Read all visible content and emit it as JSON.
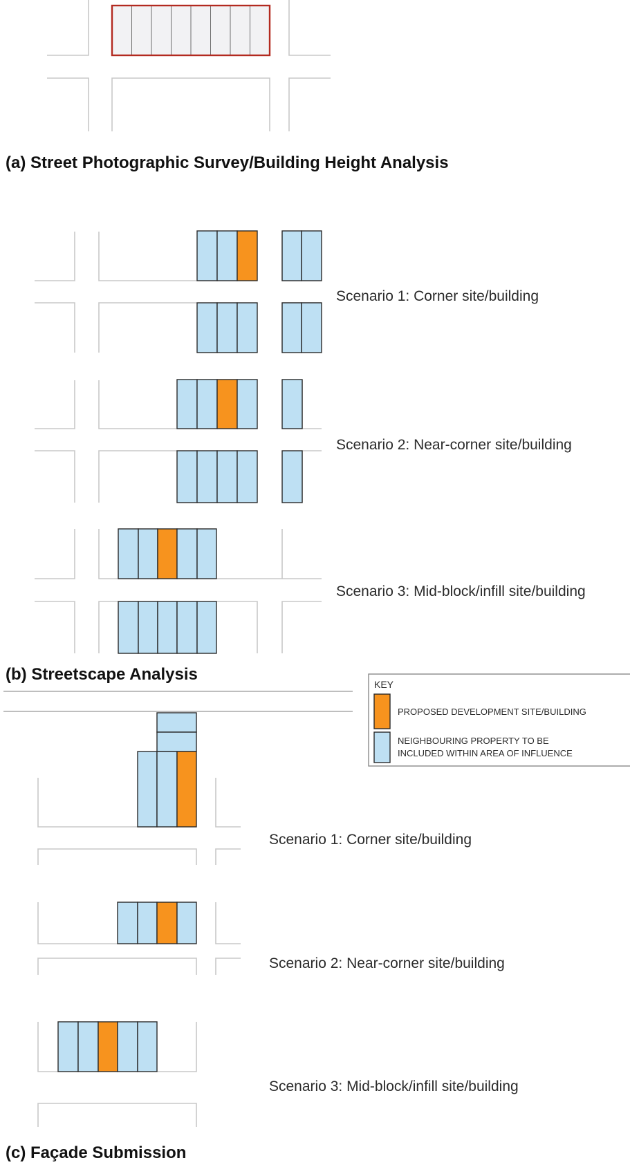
{
  "sections": {
    "a_title": "(a) Street Photographic Survey/Building Height Analysis",
    "b_title": "(b) Streetscape Analysis",
    "c_title": "(c) Façade Submission"
  },
  "streetscape": {
    "scenario1": "Scenario 1: Corner site/building",
    "scenario2": "Scenario 2: Near-corner site/building",
    "scenario3": "Scenario 3: Mid-block/infill site/building"
  },
  "facade": {
    "scenario1": "Scenario 1: Corner site/building",
    "scenario2": "Scenario 2: Near-corner site/building",
    "scenario3": "Scenario 3: Mid-block/infill site/building"
  },
  "key": {
    "heading": "KEY",
    "proposed": "PROPOSED DEVELOPMENT SITE/BUILDING",
    "neighbouring_line1": "NEIGHBOURING PROPERTY TO BE",
    "neighbouring_line2": "INCLUDED WITHIN AREA OF INFLUENCE"
  },
  "colors": {
    "proposed": "#f7931e",
    "neighbouring": "#bee0f3",
    "survey_outline": "#b32a20",
    "street_lines": "#c8c8c8"
  }
}
